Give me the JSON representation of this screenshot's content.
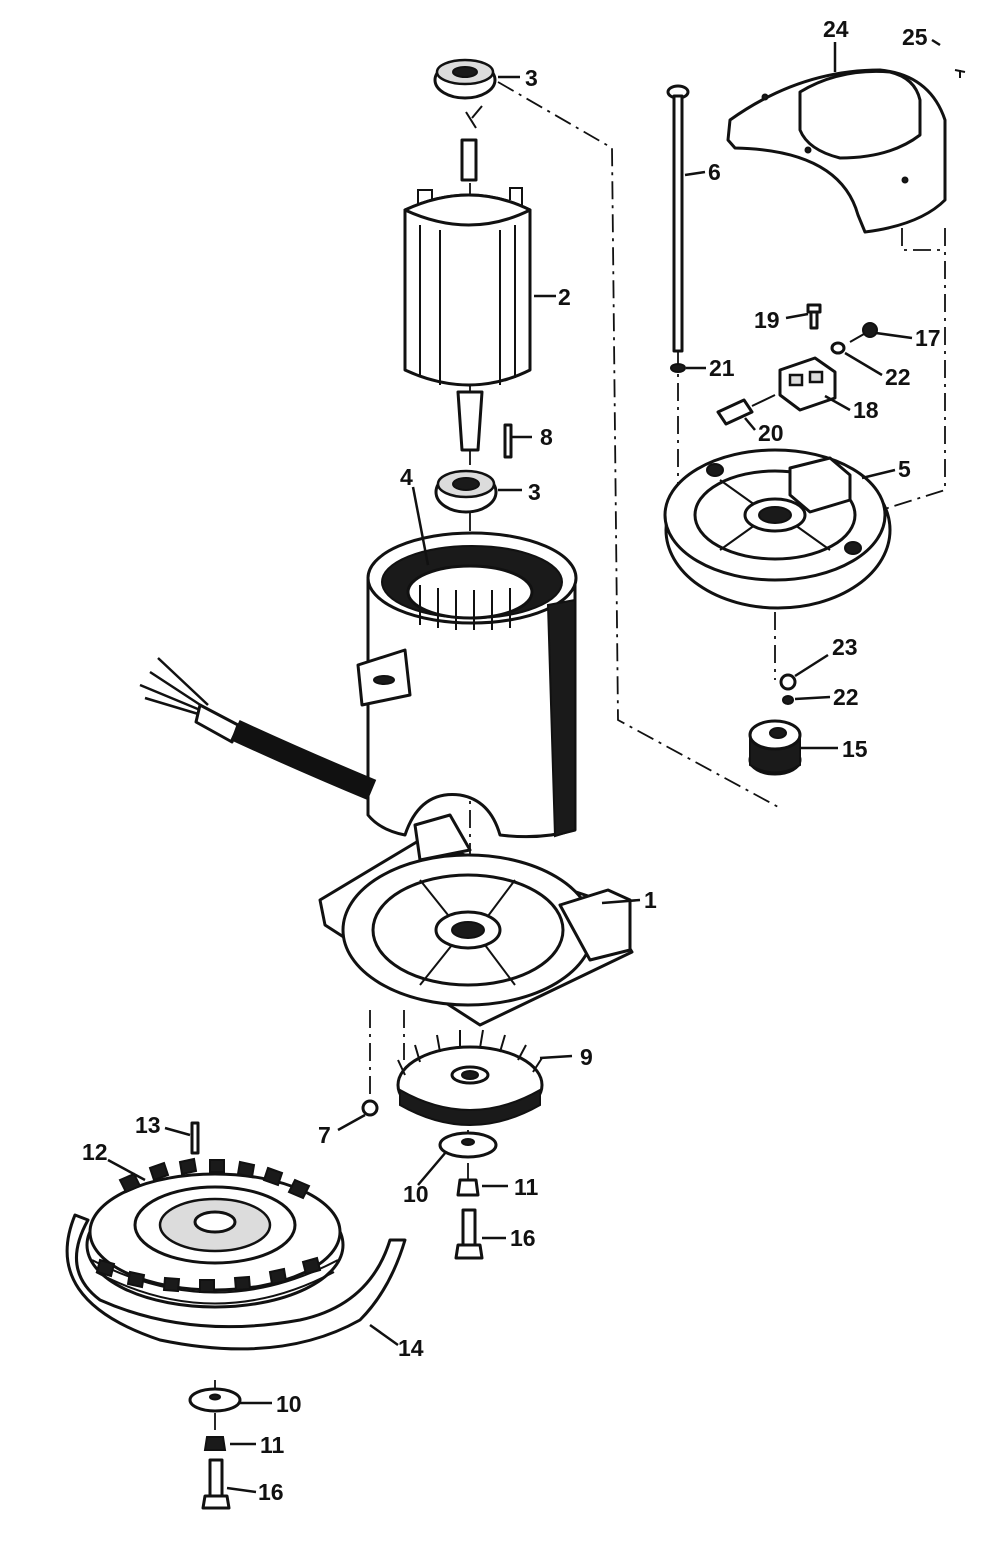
{
  "callouts": [
    {
      "id": "c1",
      "text": "1"
    },
    {
      "id": "c2",
      "text": "2"
    },
    {
      "id": "c3a",
      "text": "3"
    },
    {
      "id": "c3b",
      "text": "3"
    },
    {
      "id": "c4",
      "text": "4"
    },
    {
      "id": "c5",
      "text": "5"
    },
    {
      "id": "c6",
      "text": "6"
    },
    {
      "id": "c7",
      "text": "7"
    },
    {
      "id": "c8",
      "text": "8"
    },
    {
      "id": "c9",
      "text": "9"
    },
    {
      "id": "c10a",
      "text": "10"
    },
    {
      "id": "c10b",
      "text": "10"
    },
    {
      "id": "c11a",
      "text": "11"
    },
    {
      "id": "c11b",
      "text": "11"
    },
    {
      "id": "c12",
      "text": "12"
    },
    {
      "id": "c13",
      "text": "13"
    },
    {
      "id": "c14",
      "text": "14"
    },
    {
      "id": "c15",
      "text": "15"
    },
    {
      "id": "c16a",
      "text": "16"
    },
    {
      "id": "c16b",
      "text": "16"
    },
    {
      "id": "c17",
      "text": "17"
    },
    {
      "id": "c18",
      "text": "18"
    },
    {
      "id": "c19",
      "text": "19"
    },
    {
      "id": "c20",
      "text": "20"
    },
    {
      "id": "c21",
      "text": "21"
    },
    {
      "id": "c22a",
      "text": "22"
    },
    {
      "id": "c22b",
      "text": "22"
    },
    {
      "id": "c23",
      "text": "23"
    },
    {
      "id": "c24",
      "text": "24"
    },
    {
      "id": "c25",
      "text": "25"
    }
  ]
}
